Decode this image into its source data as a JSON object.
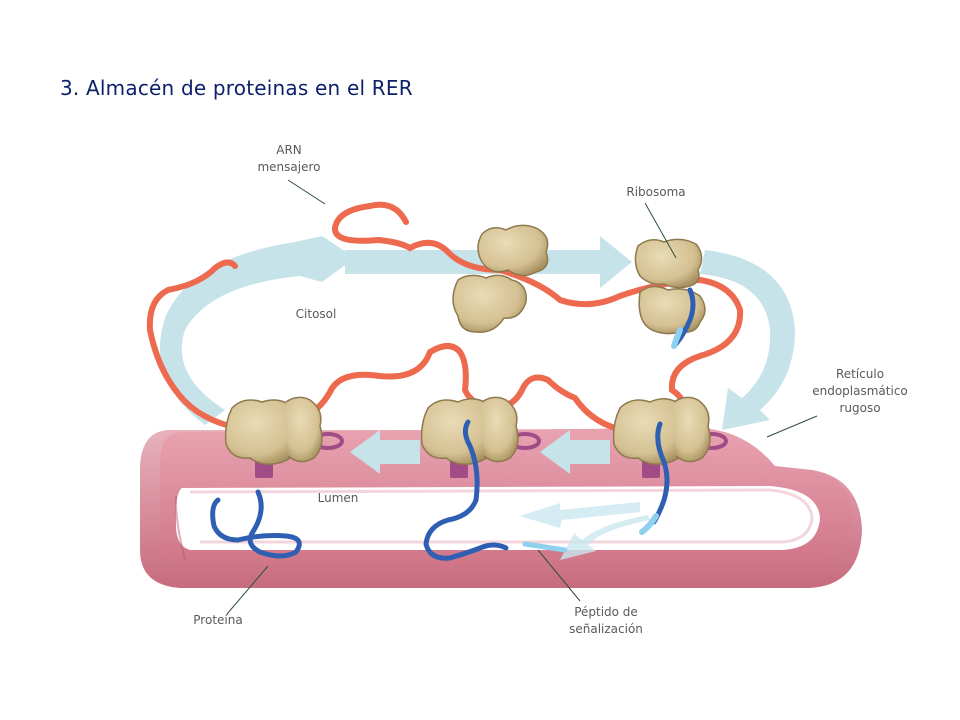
{
  "title": "3. Almacén de proteinas en el RER",
  "labels": {
    "mrna": [
      "ARN",
      "mensajero"
    ],
    "ribosome": "Ribosoma",
    "cytosol": "Citosol",
    "rer": [
      "Retículo",
      "endoplasmático",
      "rugoso"
    ],
    "lumen": "Lumen",
    "protein": "Proteína",
    "signal_peptide": [
      "Péptido de",
      "señalización"
    ]
  },
  "colors": {
    "title": "#0b1f6b",
    "label": "#5b5a58",
    "mrna": "#ee6a4e",
    "ribosome": "#d8c69a",
    "protein": "#2f5fb3",
    "signal_peptide": "#8fd0ee",
    "membrane": "#d97e92",
    "cycle_arrow": "#c7e3ea",
    "translocon": "#a14c86"
  }
}
